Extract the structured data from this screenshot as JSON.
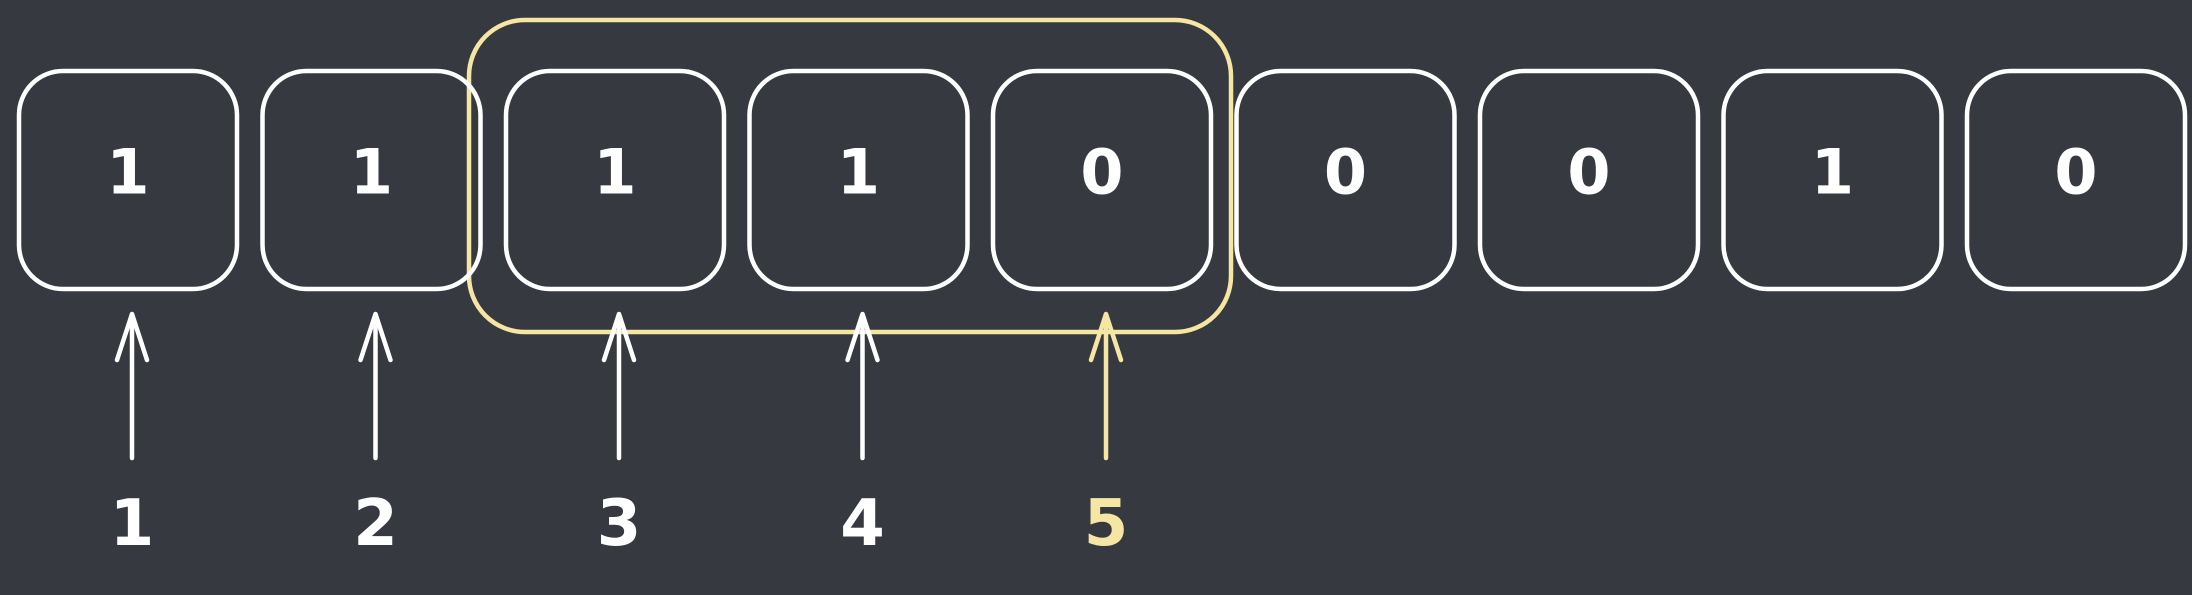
{
  "colors": {
    "background": "#363a40",
    "stroke": "#ffffff",
    "highlight": "#f5e6a3"
  },
  "cells": [
    "1",
    "1",
    "1",
    "1",
    "0",
    "0",
    "0",
    "1",
    "0"
  ],
  "pointers": [
    {
      "label": "1",
      "highlighted": false
    },
    {
      "label": "2",
      "highlighted": false
    },
    {
      "label": "3",
      "highlighted": false
    },
    {
      "label": "4",
      "highlighted": false
    },
    {
      "label": "5",
      "highlighted": true
    }
  ],
  "highlight_window": {
    "first_cell": 3,
    "last_cell": 5
  }
}
